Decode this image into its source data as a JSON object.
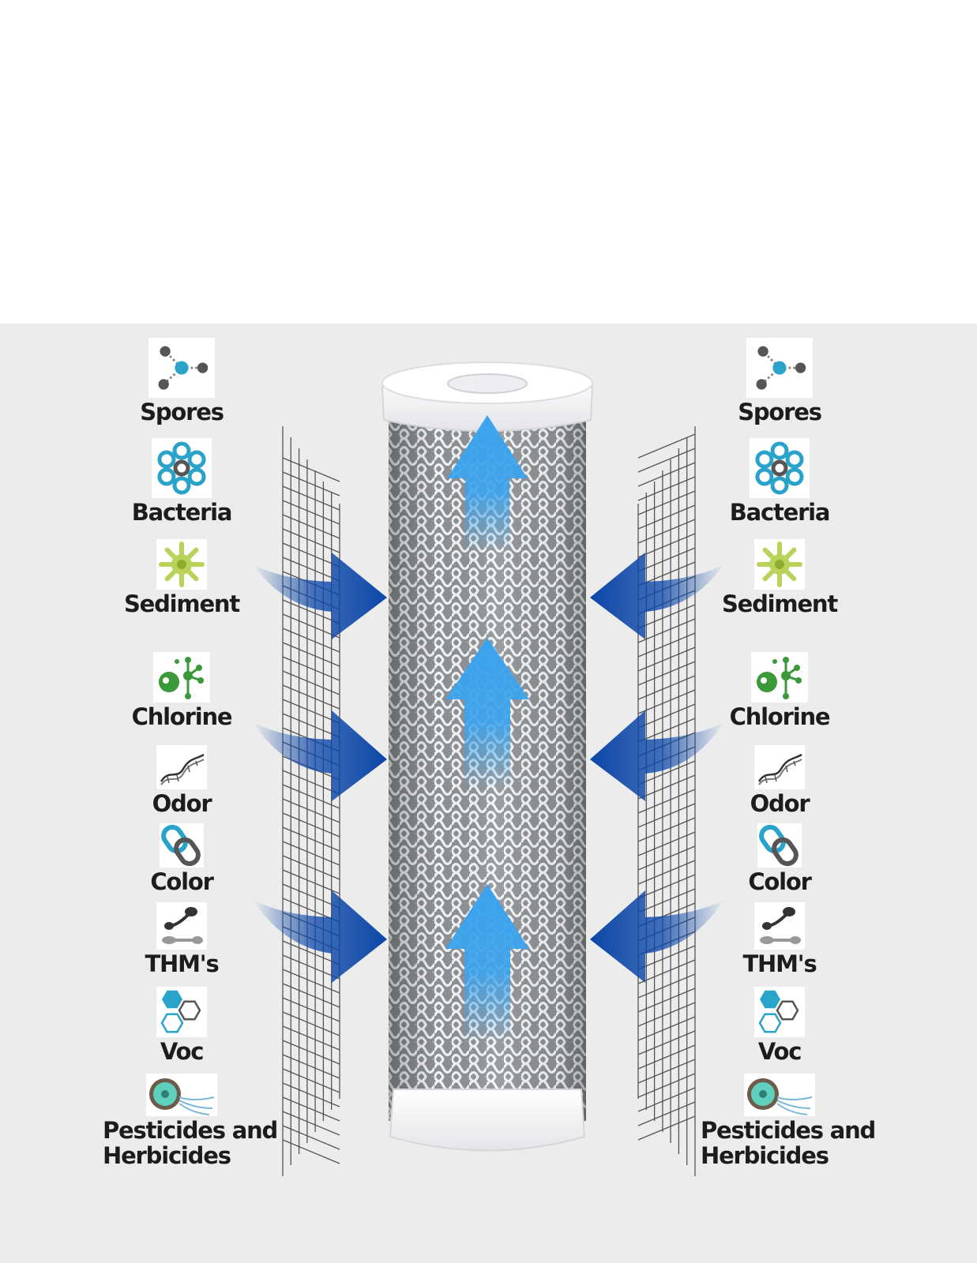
{
  "contaminants_left": [
    {
      "label": "Spores",
      "icon": "molecule-icon"
    },
    {
      "label": "Bacteria",
      "icon": "bacteria-ring-icon"
    },
    {
      "label": "Sediment",
      "icon": "sediment-flake-icon"
    },
    {
      "label": "Chlorine",
      "icon": "chlorine-cluster-icon"
    },
    {
      "label": "Odor",
      "icon": "odor-strand-icon"
    },
    {
      "label": "Color",
      "icon": "chain-link-icon"
    },
    {
      "label": "THM's",
      "icon": "thm-droplets-icon"
    },
    {
      "label": "Voc",
      "icon": "hexagon-icon"
    },
    {
      "label": "Pesticides and",
      "label2": "Herbicides",
      "icon": "pesticide-cell-icon"
    }
  ],
  "contaminants_right": [
    {
      "label": "Spores",
      "icon": "molecule-icon"
    },
    {
      "label": "Bacteria",
      "icon": "bacteria-ring-icon"
    },
    {
      "label": "Sediment",
      "icon": "sediment-flake-icon"
    },
    {
      "label": "Chlorine",
      "icon": "chlorine-cluster-icon"
    },
    {
      "label": "Odor",
      "icon": "odor-strand-icon"
    },
    {
      "label": "Color",
      "icon": "chain-link-icon"
    },
    {
      "label": "THM's",
      "icon": "thm-droplets-icon"
    },
    {
      "label": "Voc",
      "icon": "hexagon-icon"
    },
    {
      "label": "Pesticides and",
      "label2": "Herbicides",
      "icon": "pesticide-cell-icon"
    }
  ],
  "colors": {
    "panel": "#ececec",
    "label": "#1c1c1c",
    "flow_in_arrow": "#0b46a8",
    "flow_up_arrow": "#3aa3ee",
    "icon_teal": "#29a3c9",
    "icon_gray": "#555555",
    "icon_green": "#3a9a3a",
    "icon_yellow_green": "#b9d35a"
  }
}
